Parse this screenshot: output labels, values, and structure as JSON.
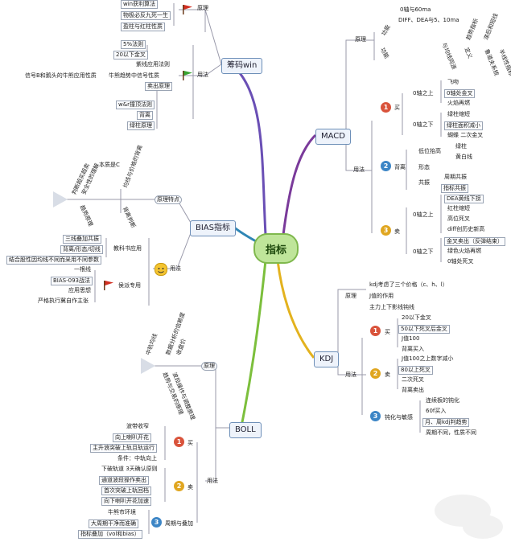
{
  "center": "指标",
  "chouma": {
    "title": "筹码win",
    "yuanli": "原理",
    "yongfa": "用法",
    "principle_items": [
      "win获利算法",
      "物极必反九死一生",
      "盈柱与红柱性质"
    ],
    "usage_upper": [
      "5%法则",
      "20以下金叉"
    ],
    "usage_items": [
      "紫线应用法则",
      "牛熊趋势中信号性质",
      "卖出原理"
    ],
    "bull_bear_apply": "信号B和鹅头的牛熊应用性质",
    "sell_items": [
      "w&r撞顶法则",
      "背离",
      "绿柱原理"
    ]
  },
  "macd": {
    "title": "MACD",
    "yuanli": "原理",
    "yongfa": "用法",
    "principle_rot": [
      "功能",
      "0轴与60ma",
      "DIFF、DEA与5、10ma",
      "趋势指标",
      "滞后和短线",
      "功能",
      "定义",
      "与均线同源",
      "鲁道夫系统",
      "半线性指标"
    ],
    "buy": "买",
    "buy_above": "0轴之上",
    "buy_above_items": [
      "飞吻",
      "0轴处金叉",
      "火焰再燃"
    ],
    "buy_below": "0轴之下",
    "buy_below_items": [
      "绿柱缩短",
      "绿柱面积减小",
      "蝴蝶 二次金叉"
    ],
    "divergence": "背离",
    "div_low": "低位抬高",
    "div_low_items": [
      "绿柱",
      "黄白线"
    ],
    "form": "形态",
    "resonance": "共振",
    "resonance_items": [
      "周期共振",
      "指标共振"
    ],
    "sell": "卖",
    "sell_above": "0轴之上",
    "sell_above_items": [
      "DEA黄线下拐",
      "红柱缩短",
      "高位死叉",
      "diff创历史新高"
    ],
    "sell_below": "0轴之下",
    "sell_below_items": [
      "金叉卖出（反弹结束）",
      "绿色火焰再燃",
      "0轴处死叉"
    ]
  },
  "bias": {
    "title": "BIAS指标",
    "features": "原理特点",
    "features_rot": [
      "本质是C",
      "均线与价格的背离",
      "判断超买超卖",
      "安全性的理解",
      "趋势原理",
      "背离判断"
    ],
    "usage": "用法",
    "textbook": "教科书应用",
    "textbook_items": [
      "三线叠加共振",
      "背离/形态/切线",
      "结合股性因均线不同而采用不同参数"
    ],
    "mine": "侯派专用",
    "mine_items": [
      "一根线",
      "BIAS-093战法",
      "应用思想",
      "严格执行冀自作主张"
    ]
  },
  "kdj": {
    "title": "KDJ",
    "yuanli": "原理",
    "principle_items": [
      "kdj考虑了三个价格（c、h、l）",
      "J值的作用",
      "主力上下影线钝线"
    ],
    "yongfa": "用法",
    "buy": "买",
    "buy_items": [
      "20以下金叉",
      "50以下死叉后金叉",
      "J值100",
      "背离买入"
    ],
    "sell": "卖",
    "sell_items": [
      "J值100之上数字减小",
      "80以上死叉",
      "二次死叉",
      "背离卖出"
    ],
    "sens": "钝化与敏感",
    "sens_items": [
      "连续板的钝化",
      "60f买入",
      "月、周kdj判趋势",
      "周期不同，性质不同"
    ]
  },
  "boll": {
    "title": "BOLL",
    "yuanli": "原理",
    "principle_rot": [
      "数据分析的信赖度",
      "收盘价",
      "中轨均线",
      "波段操作与调整原理",
      "趋势与交易的原理"
    ],
    "yongfa": "用法",
    "buy": "买",
    "buy_items": [
      "波带收窄",
      "向上喇叭开花",
      "主升浪突破上轨且轨运行",
      "条件：中轨向上"
    ],
    "sell": "卖",
    "sell_items": [
      "下破轨道 3天确认原则",
      "通道波段操作卖出",
      "首次突破上轨回档",
      "向下喇叭开花加速"
    ],
    "cycle": "周期与叠加",
    "cycle_items": [
      "牛熊市环境",
      "大周期干净而准确",
      "指标叠加（vol和bias）"
    ]
  },
  "badges": {
    "one": "1",
    "two": "2",
    "three": "3"
  },
  "icon_names": [
    "red-flag-icon",
    "green-flag-icon",
    "smile-icon",
    "number-badge-icon"
  ],
  "colors": {
    "chouma_branch": "#6a4fb5",
    "macd_branch": "#7a3a9a",
    "bias_branch": "#2f86b5",
    "kdj_branch": "#e3b21e",
    "boll_branch": "#7cbf3c",
    "center_fill": "#bfe59a"
  }
}
